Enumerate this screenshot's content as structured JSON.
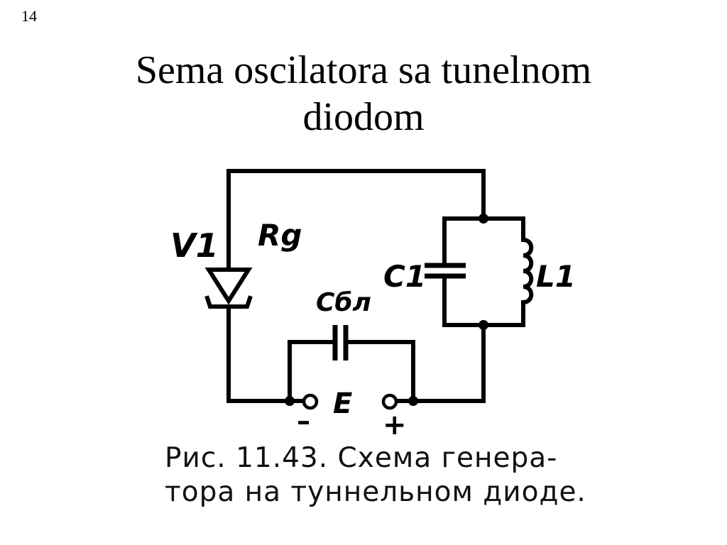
{
  "slide": {
    "page_number": "14",
    "title_line1": "Sema oscilatora sa tunelnom",
    "title_line2": "diodom"
  },
  "circuit": {
    "labels": {
      "diode": "V1",
      "resistor": "Rg",
      "blocking_capacitor": "Cбл",
      "capacitor": "C1",
      "inductor": "L1",
      "source": "E",
      "minus": "–",
      "plus": "+"
    }
  },
  "caption": {
    "line1": "Рис. 11.43. Схема генера-",
    "line2": "тора на туннельном диоде."
  }
}
